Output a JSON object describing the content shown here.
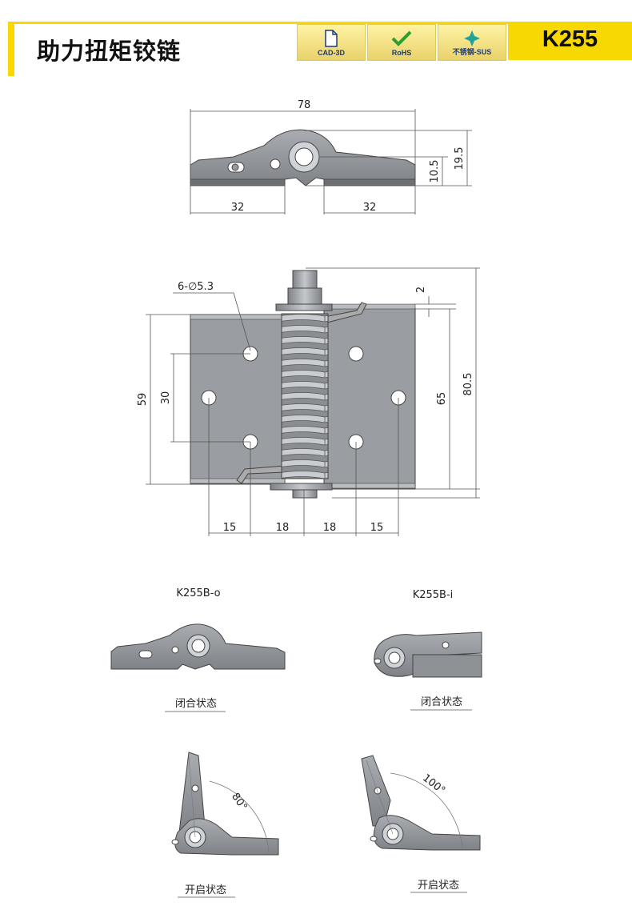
{
  "header": {
    "title": "助力扭矩铰链",
    "model": "K255",
    "badges": [
      {
        "label": "CAD-3D",
        "icon": "document-icon"
      },
      {
        "label": "RoHS",
        "icon": "checkmark-icon"
      },
      {
        "label": "不锈钢-SUS",
        "icon": "sparkle-star-icon"
      }
    ]
  },
  "top_view": {
    "overall_width": "78",
    "left_span": "32",
    "right_span": "32",
    "pivot_height": "10.5",
    "total_height": "19.5"
  },
  "front_view": {
    "hole_callout": "6-∅5.3",
    "leaf_height": "59",
    "hole_pitch_v": "30",
    "body_height": "65",
    "overall_height": "80.5",
    "nut_offset": "2",
    "h_dims": [
      "15",
      "18",
      "18",
      "15"
    ]
  },
  "variants": {
    "outer": {
      "name": "K255B-o",
      "closed_caption": "闭合状态",
      "open_caption": "开启状态",
      "open_angle": "80°"
    },
    "inner": {
      "name": "K255B-i",
      "closed_caption": "闭合状态",
      "open_caption": "开启状态",
      "open_angle": "100°"
    }
  },
  "colors": {
    "accent": "#f7d800",
    "badge_text": "#1d3a7a",
    "metal": "#8e9196"
  }
}
